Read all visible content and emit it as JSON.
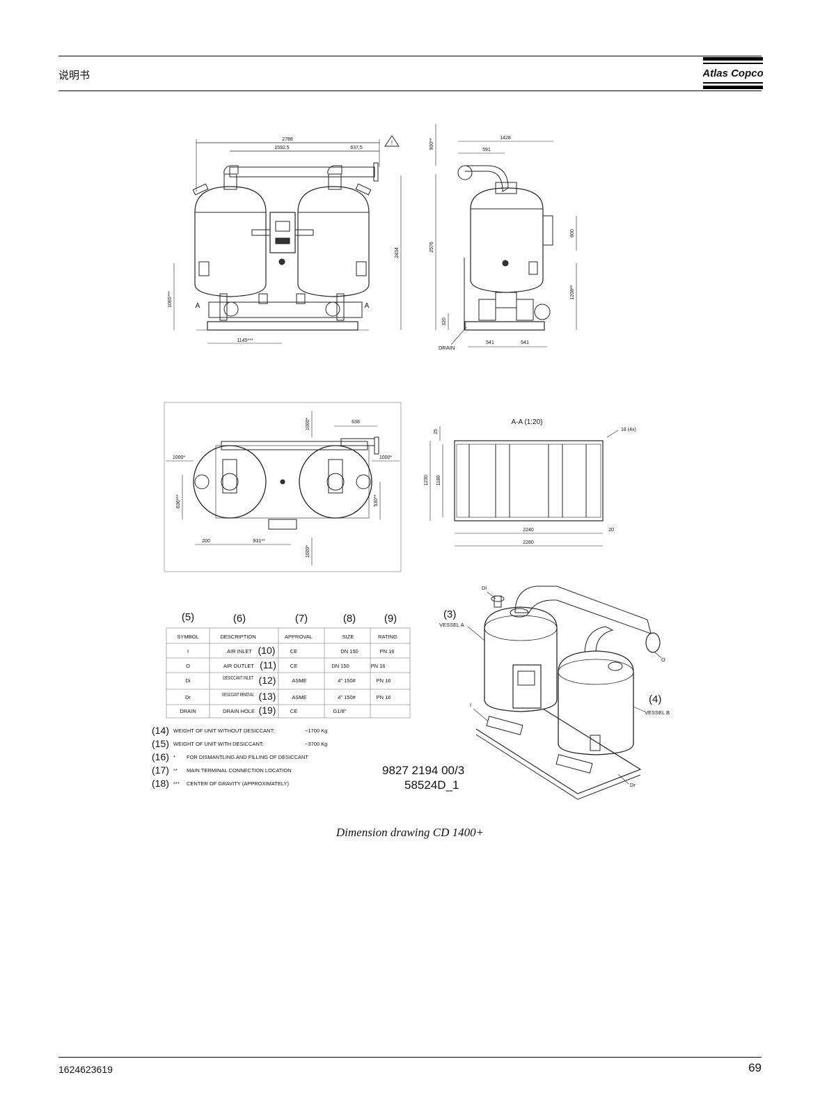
{
  "header": {
    "title": "说明书",
    "logo_text": "Atlas Copco"
  },
  "front_view": {
    "dims": {
      "overall": "2788",
      "span": "1592,5",
      "offset": "637,5",
      "height": "2434",
      "cog_h": "1065***",
      "cog_w": "1145***",
      "section": "A",
      "warning": "!"
    }
  },
  "side_view": {
    "dims": {
      "overall": "1428",
      "inlet": "591",
      "clearance": "900**",
      "height": "2576",
      "panel": "600",
      "outlet": "1208**",
      "base": "320",
      "left": "541",
      "right": "541",
      "drain_label": "DRAIN"
    }
  },
  "top_view": {
    "dims": {
      "top_clear": "1000*",
      "pipe": "638",
      "left_clear": "1000*",
      "right_clear": "1000*",
      "left_offset": "636***",
      "right_offset": "530**",
      "bottom_left": "200",
      "bottom_mid": "931**",
      "bottom_clear": "1000*"
    }
  },
  "section_view": {
    "title": "A-A (1:20)",
    "dims": {
      "holes": "16 (4x)",
      "top": "25",
      "h1": "1230",
      "h2": "1180",
      "inner": "2240",
      "outer": "2280",
      "right": "20"
    }
  },
  "table": {
    "col_nums": [
      "(5)",
      "(6)",
      "(7)",
      "(8)",
      "(9)"
    ],
    "headers": [
      "SYMBOL",
      "DESCRIPTION",
      "APPROVAL",
      "SIZE",
      "RATING"
    ],
    "rows": [
      {
        "symbol": "I",
        "description": "AIR INLET",
        "ref": "(10)",
        "approval": "CE",
        "size": "DN 150",
        "rating": "PN 16"
      },
      {
        "symbol": "O",
        "description": "AIR OUTLET",
        "ref": "(11)",
        "approval": "CE",
        "size": "DN 150",
        "rating": "PN 16"
      },
      {
        "symbol": "Di",
        "description": "DESICCANT INLET",
        "ref": "(12)",
        "approval": "ASME",
        "size": "4\" 150#",
        "rating": "PN 16"
      },
      {
        "symbol": "Dr",
        "description": "DESICCANT REMOVAL",
        "ref": "(13)",
        "approval": "ASME",
        "size": "4\" 150#",
        "rating": "PN 16"
      },
      {
        "symbol": "DRAIN",
        "description": "DRAIN HOLE",
        "ref": "(19)",
        "approval": "CE",
        "size": "G1/8\"",
        "rating": ""
      }
    ]
  },
  "notes": [
    {
      "num": "(14)",
      "mark": "",
      "text": "WEIGHT OF UNIT WITHOUT DESICCANT:",
      "value": "~1700 Kg"
    },
    {
      "num": "(15)",
      "mark": "",
      "text": "WEIGHT OF UNIT WITH DESICCANT:",
      "value": "~3700 Kg"
    },
    {
      "num": "(16)",
      "mark": "*",
      "text": "FOR DISMANTLING AND FILLING OF DESICCANT",
      "value": ""
    },
    {
      "num": "(17)",
      "mark": "**",
      "text": "MAIN TERMINAL CONNECTION LOCATION",
      "value": ""
    },
    {
      "num": "(18)",
      "mark": "***",
      "text": "CENTER OF GRAVITY (APPROXIMATELY)",
      "value": ""
    }
  ],
  "iso_view": {
    "vessel_a_num": "(3)",
    "vessel_a": "VESSEL A",
    "vessel_b_num": "(4)",
    "vessel_b": "VESSEL B",
    "di": "Di",
    "o": "O",
    "i": "I",
    "dr": "Dr"
  },
  "drawing_ref": {
    "line1": "9827 2194 00/3",
    "line2": "58524D_1"
  },
  "caption": "Dimension drawing CD 1400+",
  "footer": {
    "doc_number": "1624623619",
    "page": "69"
  }
}
